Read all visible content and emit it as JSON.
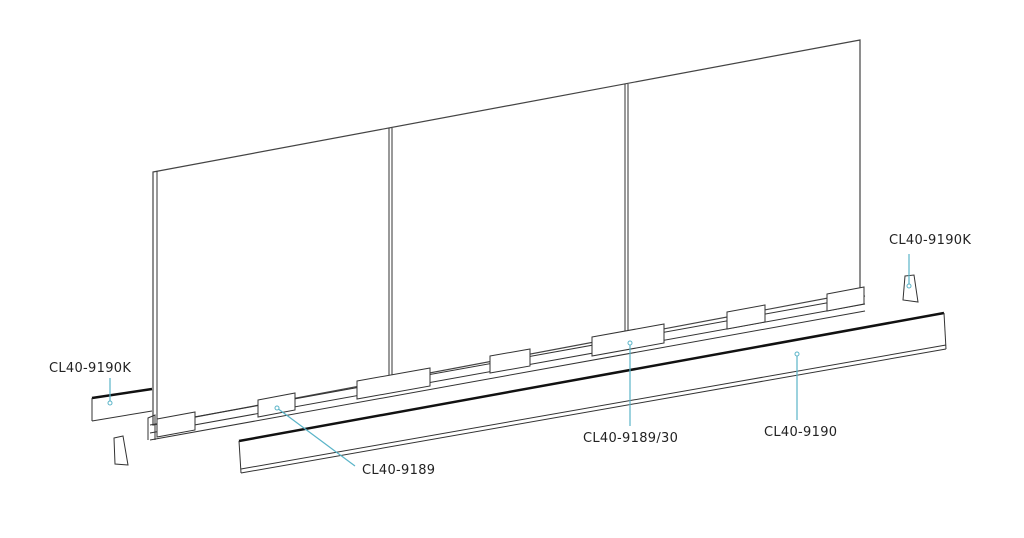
{
  "labels": {
    "end_cap_right": "CL40-9190K",
    "end_cap_left": "CL40-9190K",
    "clamp": "CL40-9189",
    "clamp_30": "CL40-9189/30",
    "cover_profile": "CL40-9190"
  },
  "colors": {
    "leader_line": "#5ab4c8",
    "drawing_line": "#333333"
  }
}
